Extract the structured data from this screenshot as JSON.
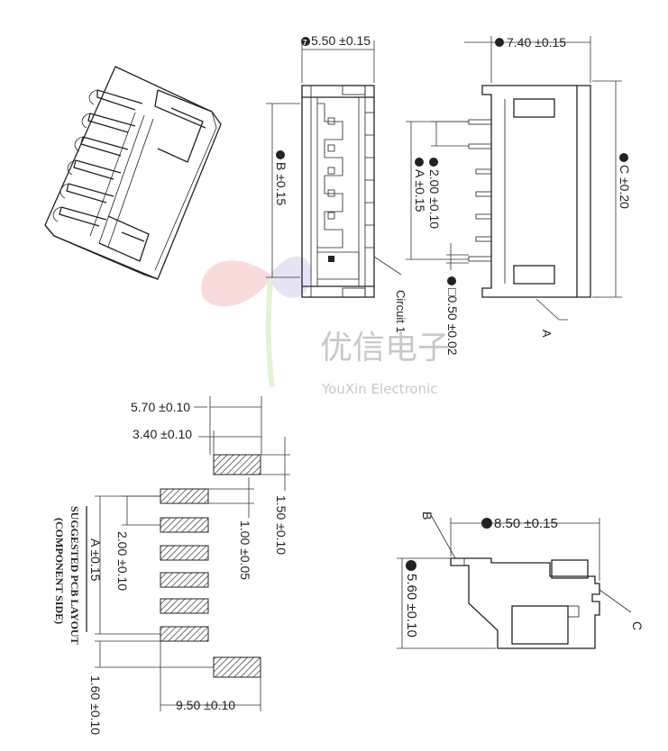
{
  "watermark": {
    "cn": "优信电子",
    "en": "YouXin Electronic"
  },
  "front_view": {
    "width_dim": {
      "num": "7",
      "text": "5.50 ±0.15"
    },
    "height_dim": {
      "num": "8",
      "text": "B ±0.15"
    },
    "circuit_label": "Circuit 1"
  },
  "side_view": {
    "width_dim": {
      "num": "3",
      "text": "7.40 ±0.15"
    },
    "pitch_dim": {
      "num": "1",
      "text": "2.00 ±0.10"
    },
    "span_dim": {
      "num": "4",
      "text": "A ±0.15"
    },
    "pin_dim": {
      "num": "2",
      "text": "□0.50 ±0.02"
    },
    "height_dim": {
      "num": "10",
      "text": "C ±0.20"
    },
    "label_a": "A"
  },
  "pcb_layout": {
    "title_line1": "SUGGESTED PCB LAYOUT",
    "title_line2": "(COMPONENT SIDE)",
    "dim_width_total": "5.70 ±0.10",
    "dim_width_inner": "3.40 ±0.10",
    "dim_pad_height": "1.50 ±0.10",
    "dim_pad_small": "1.00 ±0.05",
    "dim_pitch": "2.00 ±0.10",
    "dim_span": "A ±0.15",
    "dim_bottom": "1.60 ±0.10",
    "dim_overall": "9.50 ±0.10"
  },
  "bottom_view": {
    "label_b": "B",
    "label_c": "C",
    "width_dim": {
      "num": "9",
      "text": "8.50 ±0.15"
    },
    "height_dim": {
      "num": "6",
      "text": "5.60 ±0.10"
    }
  }
}
